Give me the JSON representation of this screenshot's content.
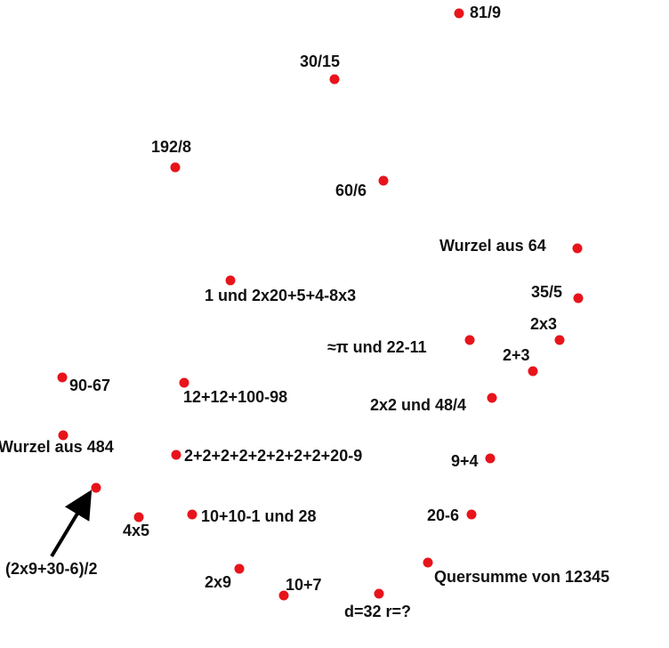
{
  "colors": {
    "dot": "#e8141b",
    "text": "#111111",
    "arrow": "#000000"
  },
  "points": [
    {
      "label": "81/9"
    },
    {
      "label": "30/15"
    },
    {
      "label": "192/8"
    },
    {
      "label": "60/6"
    },
    {
      "label": "Wurzel aus 64"
    },
    {
      "label": "1 und 2x20+5+4-8x3"
    },
    {
      "label": "35/5"
    },
    {
      "label": "2x3"
    },
    {
      "label": "≈π und 22-11"
    },
    {
      "label": "2+3"
    },
    {
      "label": "90-67"
    },
    {
      "label": "12+12+100-98"
    },
    {
      "label": "2x2 und 48/4"
    },
    {
      "label": "Wurzel aus 484"
    },
    {
      "label": "2+2+2+2+2+2+2+2+20-9"
    },
    {
      "label": "9+4"
    },
    {
      "label": "(2x9+30-6)/2"
    },
    {
      "label": "4x5"
    },
    {
      "label": "10+10-1 und 28"
    },
    {
      "label": "20-6"
    },
    {
      "label": "Quersumme von 12345"
    },
    {
      "label": "2x9"
    },
    {
      "label": "10+7"
    },
    {
      "label": "d=32 r=?"
    }
  ]
}
